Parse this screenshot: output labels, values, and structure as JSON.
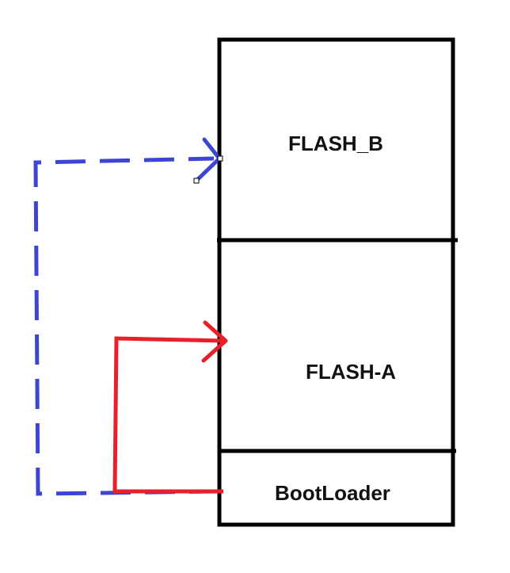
{
  "blocks": {
    "flash_b": {
      "label": "FLASH_B"
    },
    "flash_a": {
      "label": "FLASH-A"
    },
    "bootloader": {
      "label": "BootLoader"
    }
  },
  "colors": {
    "outline": "#000000",
    "jump_to_flash_a": "#e8202a",
    "jump_to_flash_b": "#3c46d2",
    "background": "#ffffff"
  },
  "arrows": [
    {
      "from": "bootloader",
      "to": "flash_a",
      "style": "solid",
      "color": "#e8202a"
    },
    {
      "from": "bootloader",
      "to": "flash_b",
      "style": "dashed",
      "color": "#3c46d2"
    }
  ]
}
